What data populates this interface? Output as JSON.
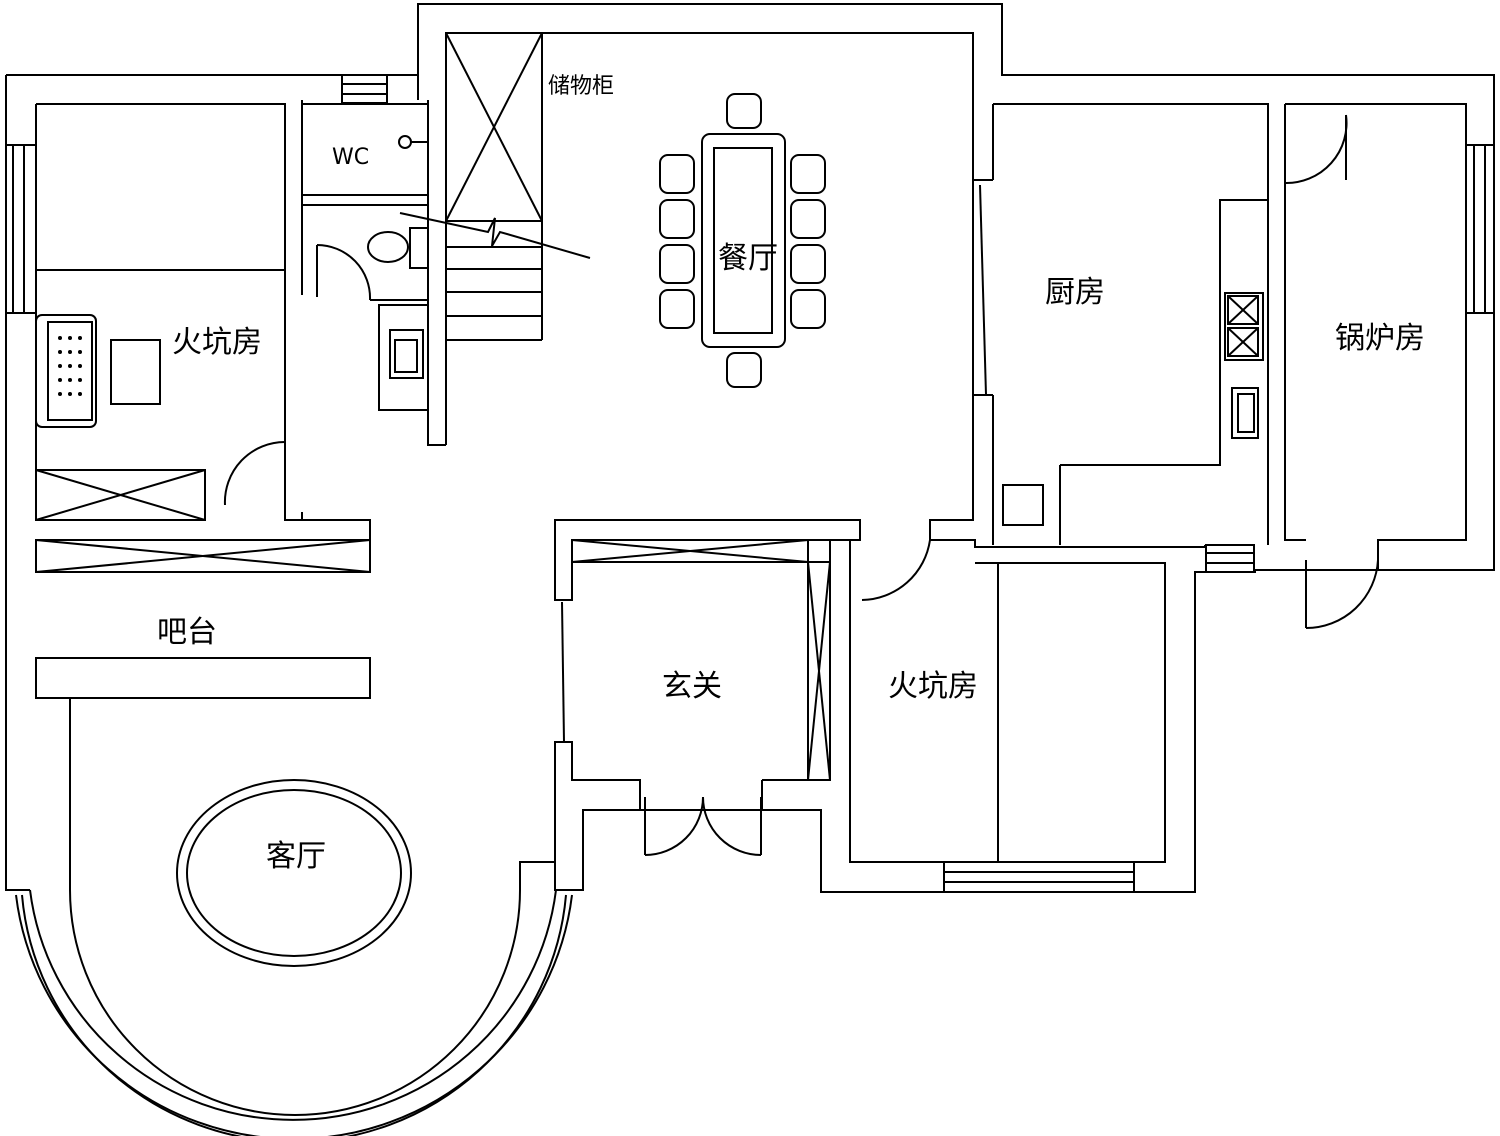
{
  "rooms": {
    "kang_room_west": "火坑房",
    "wc": "WC",
    "storage_cabinet": "储物柜",
    "dining_room": "餐厅",
    "kitchen": "厨房",
    "boiler_room": "锅炉房",
    "bar": "吧台",
    "entrance_hall": "玄关",
    "kang_room_east": "火坑房",
    "living_room": "客厅"
  }
}
